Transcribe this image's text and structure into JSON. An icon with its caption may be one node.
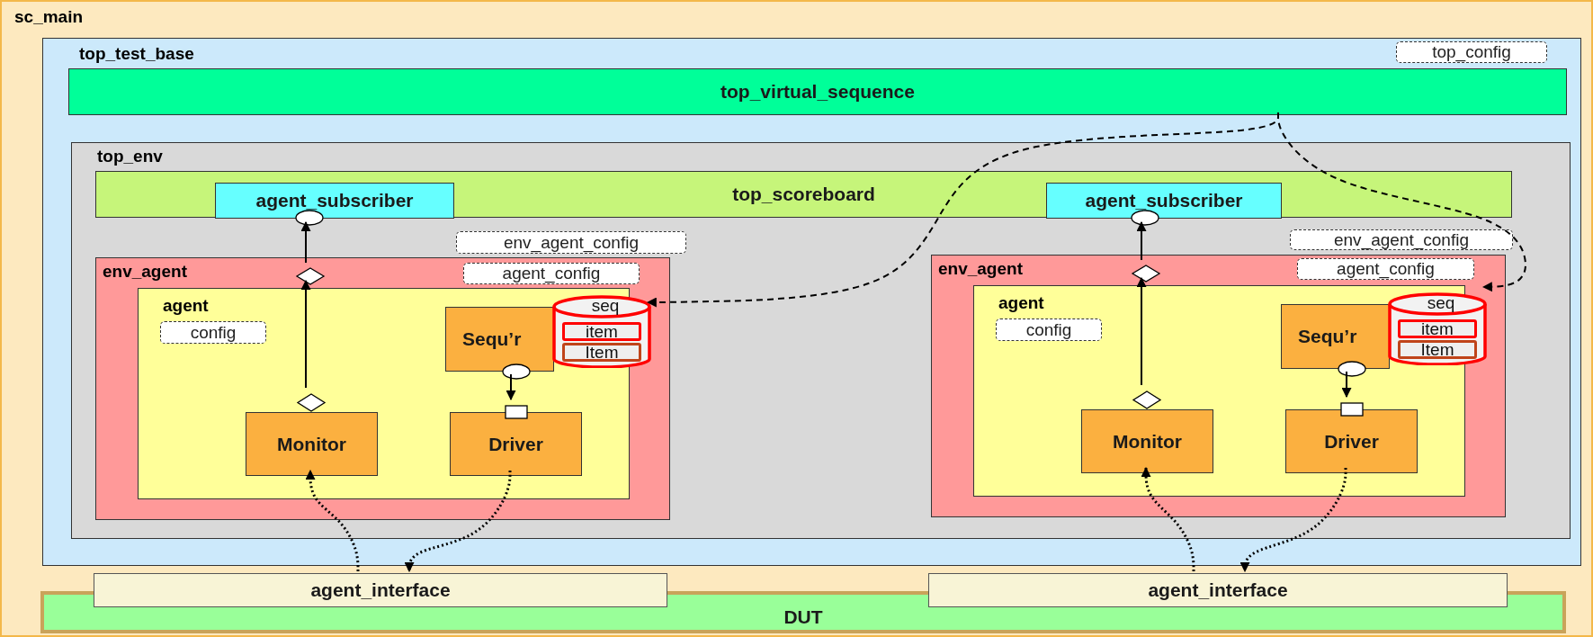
{
  "diagram": {
    "nodes": [
      {
        "text": [
          "sc_main"
        ]
      },
      {
        "text": [
          "top_test_base"
        ],
        "in": 0
      },
      {
        "text": [
          "top_config"
        ],
        "in": 1
      },
      {
        "text": [
          "top_virtual_sequence"
        ],
        "in": 1
      },
      {
        "text": [
          "top_env"
        ],
        "in": 1
      },
      {
        "text": [
          "top_scoreboard"
        ],
        "in": 4
      },
      {
        "text": [
          "agent_subscriber"
        ],
        "in": 5
      },
      {
        "text": [],
        "shape": "ellipse",
        "in": 4
      },
      {
        "text": [
          "agent_subscriber"
        ],
        "in": 5
      },
      {
        "text": [],
        "shape": "ellipse",
        "in": 4
      },
      {
        "text": [
          "env_agent_config"
        ],
        "in": 4
      },
      {
        "text": [
          "env_agent"
        ],
        "in": 4
      },
      {
        "text": [
          "agent_config"
        ],
        "in": 11
      },
      {
        "text": [],
        "shape": "diamond",
        "in": 11
      },
      {
        "text": [
          "agent"
        ],
        "in": 11
      },
      {
        "text": [
          "config"
        ],
        "in": 14
      },
      {
        "text": [
          "Sequ’r"
        ],
        "in": 14
      },
      {
        "text": [
          "seq",
          "item",
          "Item"
        ],
        "in": 11
      },
      {
        "text": [],
        "shape": "ellipse",
        "in": 14
      },
      {
        "text": [],
        "shape": "diamond",
        "in": 14
      },
      {
        "text": [],
        "shape": "box",
        "in": 14
      },
      {
        "text": [
          "Monitor"
        ],
        "in": 14
      },
      {
        "text": [
          "Driver"
        ],
        "in": 14
      },
      {
        "text": [
          "env_agent_config"
        ],
        "in": 4
      },
      {
        "text": [
          "env_agent"
        ],
        "in": 4
      },
      {
        "text": [
          "agent_config"
        ],
        "in": 24
      },
      {
        "text": [],
        "shape": "diamond",
        "in": 24
      },
      {
        "text": [
          "agent"
        ],
        "in": 24
      },
      {
        "text": [
          "config"
        ],
        "in": 27
      },
      {
        "text": [
          "Sequ’r"
        ],
        "in": 27
      },
      {
        "text": [
          "seq",
          "item",
          "Item"
        ],
        "in": 24
      },
      {
        "text": [],
        "shape": "ellipse",
        "in": 27
      },
      {
        "text": [],
        "shape": "diamond",
        "in": 27
      },
      {
        "text": [],
        "shape": "box",
        "in": 27
      },
      {
        "text": [
          "Monitor"
        ],
        "in": 27
      },
      {
        "text": [
          "Driver"
        ],
        "in": 27
      },
      {
        "text": [
          "agent_interface"
        ],
        "in": 0
      },
      {
        "text": [
          "agent_interface"
        ],
        "in": 0
      },
      {
        "text": [
          "DUT"
        ],
        "in": 0
      }
    ],
    "edges": [
      {
        "from": 19,
        "to": 13,
        "arrow": "to"
      },
      {
        "from": 13,
        "to": 7,
        "arrow": "to"
      },
      {
        "from": 18,
        "to": 20,
        "arrow": "to"
      },
      {
        "from": 32,
        "to": 26,
        "arrow": "to"
      },
      {
        "from": 26,
        "to": 9,
        "arrow": "to"
      },
      {
        "from": 31,
        "to": 33,
        "arrow": "to"
      },
      {
        "from": 36,
        "to": 21,
        "arrow": "to",
        "style": "dashed"
      },
      {
        "from": 22,
        "to": 36,
        "arrow": "to",
        "style": "dashed"
      },
      {
        "from": 37,
        "to": 34,
        "arrow": "to",
        "style": "dashed"
      },
      {
        "from": 35,
        "to": 37,
        "arrow": "to",
        "style": "dashed"
      },
      {
        "from": 3,
        "to": 17,
        "arrow": "to",
        "style": "dashed"
      },
      {
        "from": 3,
        "to": 30,
        "arrow": "to",
        "style": "dashed"
      }
    ]
  }
}
